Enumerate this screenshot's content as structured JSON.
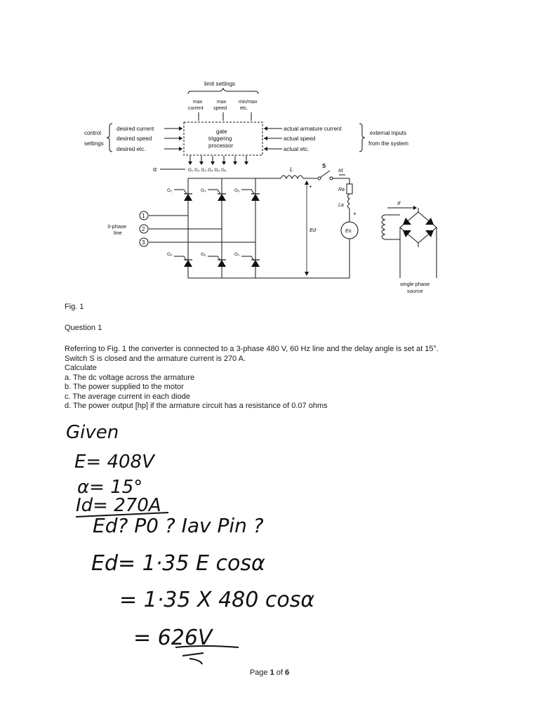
{
  "diagram": {
    "limit_settings": "limit settings",
    "max_current": [
      "max",
      "current"
    ],
    "max_speed": [
      "max",
      "speed"
    ],
    "min_max": [
      "min/max",
      "etc."
    ],
    "control_settings": [
      "control",
      "settings"
    ],
    "inputs_left": [
      "desired current",
      "desired speed",
      "desired etc."
    ],
    "processor": [
      "gate",
      "triggering",
      "processor"
    ],
    "inputs_right": [
      "actual armature current",
      "actual speed",
      "actual etc."
    ],
    "external_inputs": [
      "external inputs",
      "from the system"
    ],
    "alpha": "α",
    "gates_row": "G₁ G₂ G₃ G₄ G₅ G₆",
    "gate_top": [
      "G₁",
      "G₃",
      "G₅"
    ],
    "gate_bottom": [
      "G₄",
      "G₆",
      "G₂"
    ],
    "phase_numbers": [
      "1",
      "2",
      "3"
    ],
    "three_phase": [
      "3-phase",
      "line"
    ],
    "inductor": "L",
    "switch": "S",
    "id": "Id",
    "ra": "Ra",
    "la": "La",
    "eo": "Eo",
    "ed": "Ed",
    "plus": "+",
    "if": "If",
    "single_phase": [
      "single phase",
      "source"
    ]
  },
  "document": {
    "fig_label": "Fig. 1",
    "question_title": "Question 1",
    "body_lines": [
      "Referring to Fig. 1 the converter is connected to a 3-phase 480 V, 60 Hz line and the delay angle is set at 15°.",
      "Switch S is closed and the armature current is 270 A.",
      "Calculate",
      "a. The dc voltage across the armature",
      "b. The power supplied to the motor",
      "c. The average current in each diode",
      "d. The power output [hp] if the armature circuit has a resistance of 0.07 ohms"
    ]
  },
  "handwriting": {
    "given": "Given",
    "line1": "E= 408V",
    "line2": "α= 15°",
    "line3": "Id= 270A",
    "line4": "Ed? P0 ? Iav Pin ?",
    "line5": "Ed= 1·35 E cosα",
    "line6": "= 1·35 X 480 cosα",
    "line7": "= 626V"
  },
  "footer": {
    "page_word": "Page",
    "page_num": "1",
    "of_word": "of",
    "page_total": "6"
  }
}
